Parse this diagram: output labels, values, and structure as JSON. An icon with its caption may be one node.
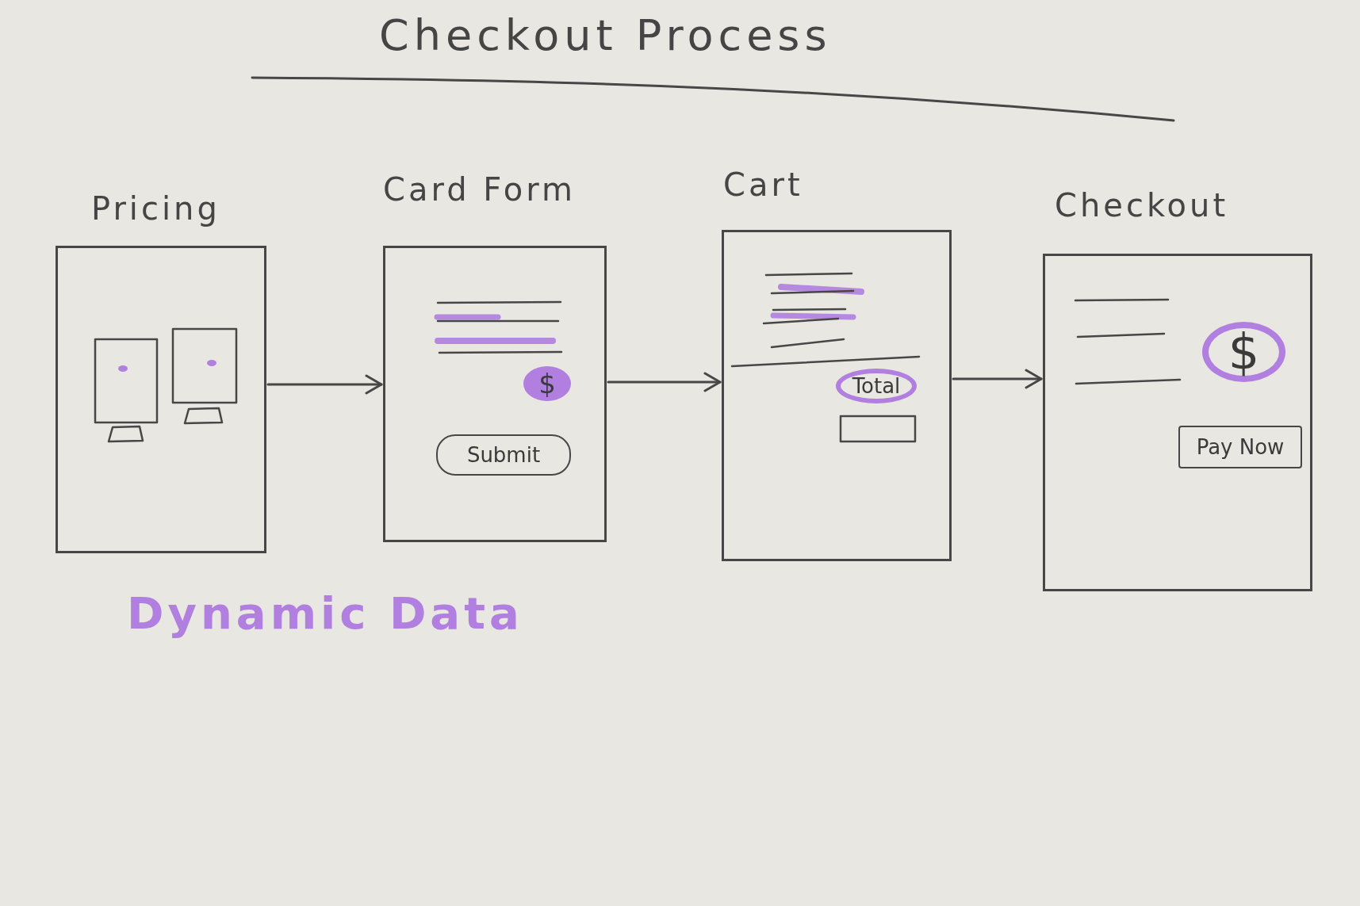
{
  "diagram": {
    "title": "Checkout Process",
    "nodes": [
      {
        "text": [
          "Pricing"
        ]
      },
      {
        "text": [
          "Card Form"
        ]
      },
      {
        "text": [
          "$"
        ],
        "in": 1
      },
      {
        "text": [
          "Submit"
        ],
        "in": 1
      },
      {
        "text": [
          "Cart"
        ]
      },
      {
        "text": [
          "Total"
        ],
        "in": 4
      },
      {
        "text": [
          "Checkout"
        ]
      },
      {
        "text": [
          "$"
        ],
        "in": 6
      },
      {
        "text": [
          "Pay Now"
        ],
        "in": 6
      }
    ],
    "edges": [
      {
        "from": 0,
        "to": 1,
        "arrow": "to"
      },
      {
        "from": 1,
        "to": 4,
        "arrow": "to"
      },
      {
        "from": 4,
        "to": 6,
        "arrow": "to"
      }
    ],
    "labels": [
      "Dynamic Data"
    ]
  }
}
